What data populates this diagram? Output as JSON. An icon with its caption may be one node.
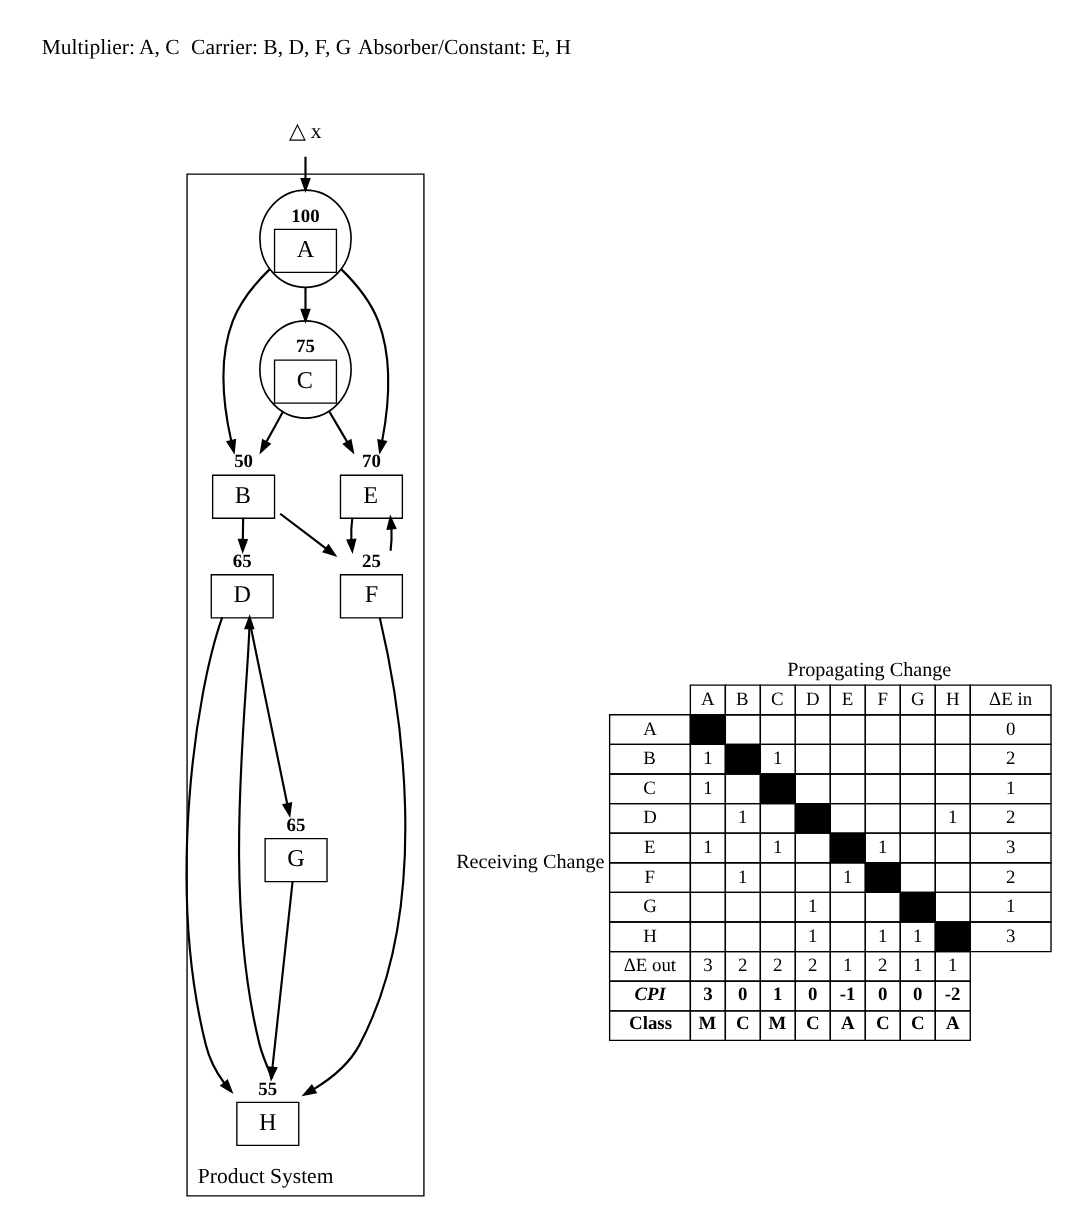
{
  "diagram": {
    "nodes": [
      {
        "text": [
          "Product System"
        ]
      },
      {
        "text": [
          "△ x"
        ]
      },
      {
        "text": [
          "100",
          "A"
        ],
        "in": 0
      },
      {
        "text": [
          "B"
        ],
        "beside": [
          "50"
        ],
        "in": 0
      },
      {
        "text": [
          "75",
          "C"
        ],
        "in": 0
      },
      {
        "text": [
          "E"
        ],
        "beside": [
          "70"
        ],
        "in": 0
      },
      {
        "text": [
          "D"
        ],
        "beside": [
          "65"
        ],
        "in": 0
      },
      {
        "text": [
          "F"
        ],
        "beside": [
          "25"
        ],
        "in": 0
      },
      {
        "text": [
          "H"
        ],
        "beside": [
          "55"
        ],
        "in": 0
      },
      {
        "text": [
          "G"
        ],
        "beside": [
          "65"
        ],
        "in": 0
      }
    ],
    "edges": [
      {
        "from": 1,
        "to": 2,
        "arrow": "to"
      },
      {
        "from": 2,
        "to": 3,
        "arrow": "to"
      },
      {
        "from": 2,
        "to": 4,
        "arrow": "to"
      },
      {
        "from": 2,
        "to": 5,
        "arrow": "to"
      },
      {
        "from": 4,
        "to": 3,
        "arrow": "to"
      },
      {
        "from": 4,
        "to": 5,
        "arrow": "to"
      },
      {
        "from": 3,
        "to": 6,
        "arrow": "to"
      },
      {
        "from": 3,
        "to": 7,
        "arrow": "to"
      },
      {
        "from": 5,
        "to": 7,
        "arrow": "to"
      },
      {
        "from": 7,
        "to": 5,
        "arrow": "to"
      },
      {
        "from": 8,
        "to": 6,
        "arrow": "to"
      },
      {
        "from": 6,
        "to": 8,
        "arrow": "to"
      },
      {
        "from": 6,
        "to": 9,
        "arrow": "to"
      },
      {
        "from": 7,
        "to": 8,
        "arrow": "to"
      },
      {
        "from": 9,
        "to": 8,
        "arrow": "to"
      }
    ],
    "labels": [
      "Multiplier: A, C",
      "Carrier: B, D, F, G",
      "Absorber/Constant: E, H",
      "Propagating Change",
      "Receiving Change",
      "A",
      "B",
      "C",
      "D",
      "E",
      "F",
      "G",
      "H",
      "ΔE in",
      "A",
      "0",
      "B",
      "1",
      "1",
      "2",
      "C",
      "1",
      "1",
      "D",
      "1",
      "1",
      "2",
      "E",
      "1",
      "1",
      "1",
      "3",
      "F",
      "1",
      "1",
      "2",
      "G",
      "1",
      "1",
      "H",
      "1",
      "1",
      "1",
      "3",
      "ΔE out",
      "3",
      "2",
      "2",
      "2",
      "1",
      "2",
      "1",
      "1",
      "CPI",
      "3",
      "0",
      "1",
      "0",
      "-1",
      "0",
      "0",
      "-2",
      "Class",
      "M",
      "C",
      "M",
      "C",
      "A",
      "C",
      "C",
      "A"
    ]
  }
}
